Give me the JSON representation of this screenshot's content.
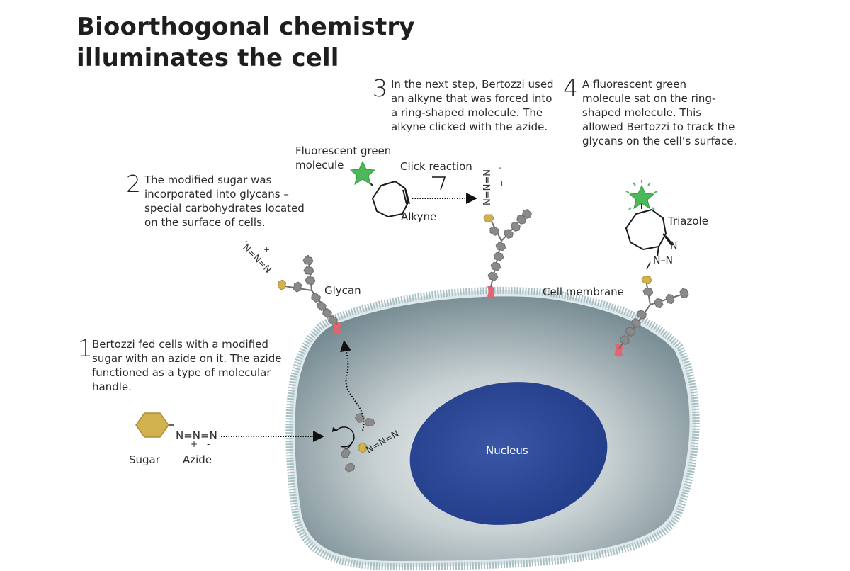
{
  "title": {
    "line1": "Bioorthogonal chemistry",
    "line2": "illuminates the cell"
  },
  "steps": [
    {
      "num": "1",
      "lines": [
        "Bertozzi fed cells with a modified",
        "sugar with an azide on it. The azide",
        "functioned as a type of molecular",
        "handle."
      ]
    },
    {
      "num": "2",
      "lines": [
        "The modified sugar was",
        "incorporated into glycans –",
        "special carbohydrates located",
        "on the surface of cells."
      ]
    },
    {
      "num": "3",
      "lines": [
        "In the next step, Bertozzi used",
        "an alkyne that was forced into",
        "a ring-shaped molecule. The",
        "alkyne clicked with the azide."
      ]
    },
    {
      "num": "4",
      "lines": [
        "A fluorescent green",
        "molecule sat on the ring-",
        "shaped molecule. This",
        "allowed Bertozzi to track the",
        "glycans on the cell’s surface."
      ]
    }
  ],
  "labels": {
    "sugar": "Sugar",
    "azide": "Azide",
    "azide_formula": "N=N=N",
    "charge_plus": "+",
    "charge_minus": "-",
    "glycan": "Glycan",
    "cell_membrane": "Cell membrane",
    "nucleus": "Nucleus",
    "fluorescent_line1": "Fluorescent green",
    "fluorescent_line2": "molecule",
    "click_reaction": "Click reaction",
    "alkyne": "Alkyne",
    "triazole": "Triazole",
    "triazole_n": "N",
    "triazole_nn": "N–N"
  },
  "colors": {
    "sugar": "#d2b24f",
    "receptor": "#e26470",
    "glycan_unit": "#8a8a8a",
    "green_star": "#4db85a",
    "nucleus": "#2d4a9a",
    "cytoplasm": "#9aacb3",
    "membrane": "#bcd2d6"
  }
}
